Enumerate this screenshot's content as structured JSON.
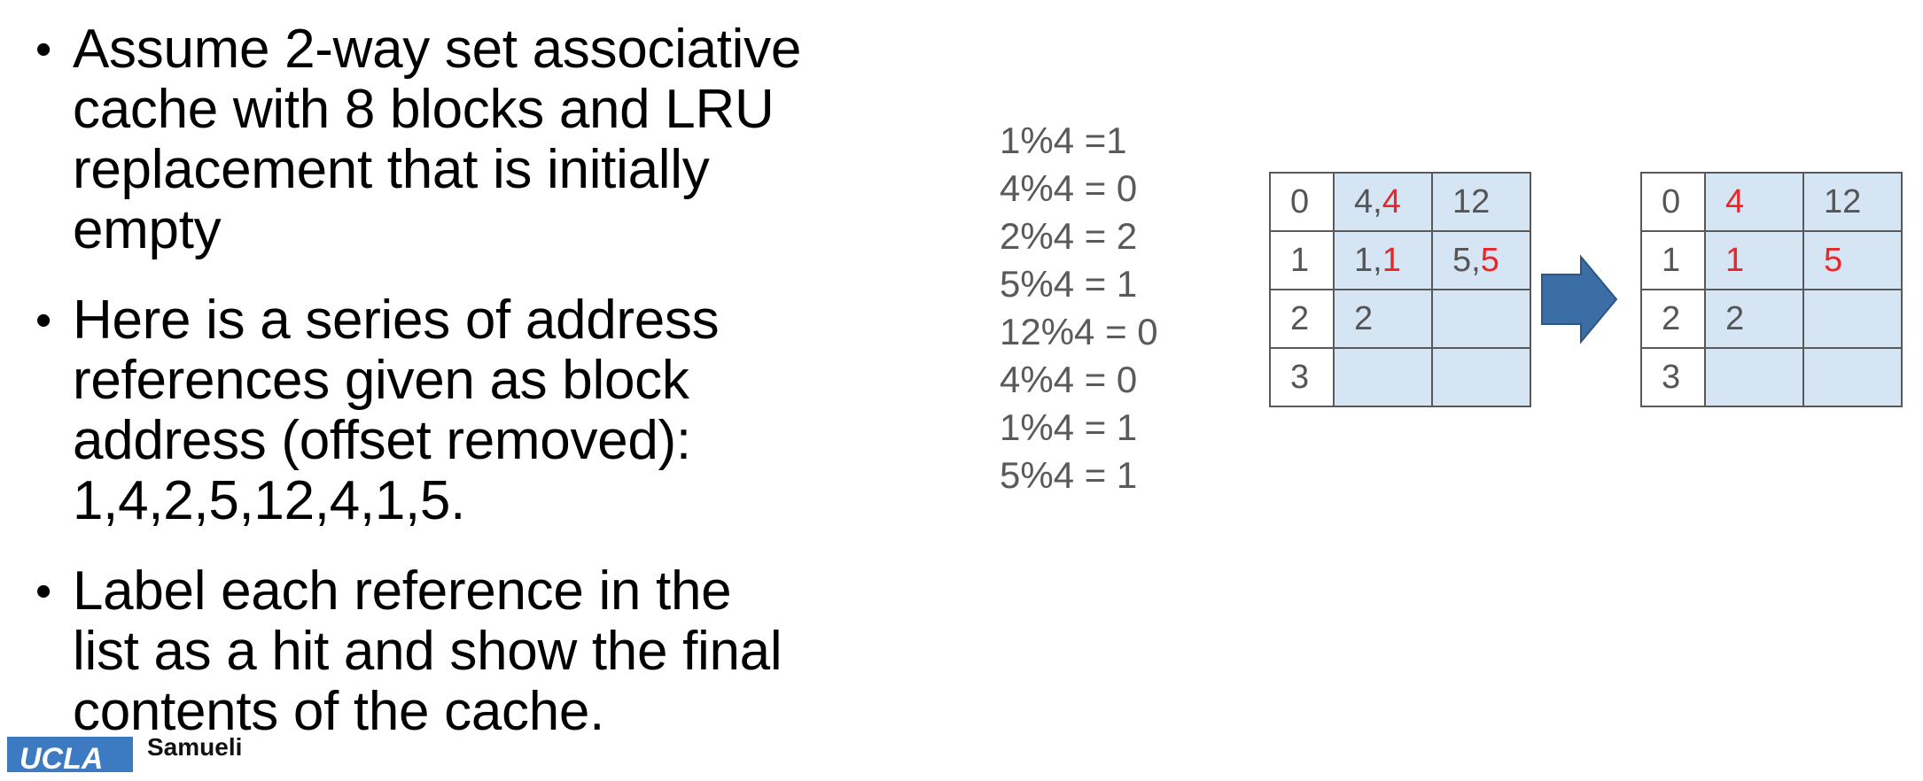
{
  "bullets": [
    {
      "lines": [
        "Assume 2-way set associative",
        "cache with 8 blocks and LRU",
        "replacement that is initially",
        "empty"
      ]
    },
    {
      "lines": [
        "Here is a series of address",
        "references given as block",
        "address (offset removed):",
        "1,4,2,5,12,4,1,5."
      ]
    },
    {
      "lines": [
        "Label each reference in the",
        "list as a hit and show the final",
        "contents of the cache."
      ]
    }
  ],
  "bullet_symbol": "•",
  "mod_calculations": [
    "1%4 =1",
    "4%4 = 0",
    "2%4 = 2",
    "5%4 = 1",
    "12%4 = 0",
    "4%4 = 0",
    "1%4 = 1",
    "5%4 = 1"
  ],
  "cache_before": {
    "rows": [
      {
        "index": "0",
        "way1": [
          {
            "t": "4,",
            "red": false
          },
          {
            "t": "4",
            "red": true
          }
        ],
        "way2": [
          {
            "t": "12",
            "red": false
          }
        ]
      },
      {
        "index": "1",
        "way1": [
          {
            "t": "1,",
            "red": false
          },
          {
            "t": "1",
            "red": true
          }
        ],
        "way2": [
          {
            "t": "5,",
            "red": false
          },
          {
            "t": "5",
            "red": true
          }
        ]
      },
      {
        "index": "2",
        "way1": [
          {
            "t": "2",
            "red": false
          }
        ],
        "way2": []
      },
      {
        "index": "3",
        "way1": [],
        "way2": []
      }
    ]
  },
  "cache_after": {
    "rows": [
      {
        "index": "0",
        "way1": [
          {
            "t": "4",
            "red": true
          }
        ],
        "way2": [
          {
            "t": "12",
            "red": false
          }
        ]
      },
      {
        "index": "1",
        "way1": [
          {
            "t": "1",
            "red": true
          }
        ],
        "way2": [
          {
            "t": "5",
            "red": true
          }
        ]
      },
      {
        "index": "2",
        "way1": [
          {
            "t": "2",
            "red": false
          }
        ],
        "way2": []
      },
      {
        "index": "3",
        "way1": [],
        "way2": []
      }
    ]
  },
  "colors": {
    "cell_fill": "#d6e5f4",
    "highlight": "#e8262a",
    "arrow": "#3a6ea5",
    "logo": "#3c7ac2"
  },
  "logo": {
    "box_text": "UCLA",
    "name": "Samueli"
  }
}
